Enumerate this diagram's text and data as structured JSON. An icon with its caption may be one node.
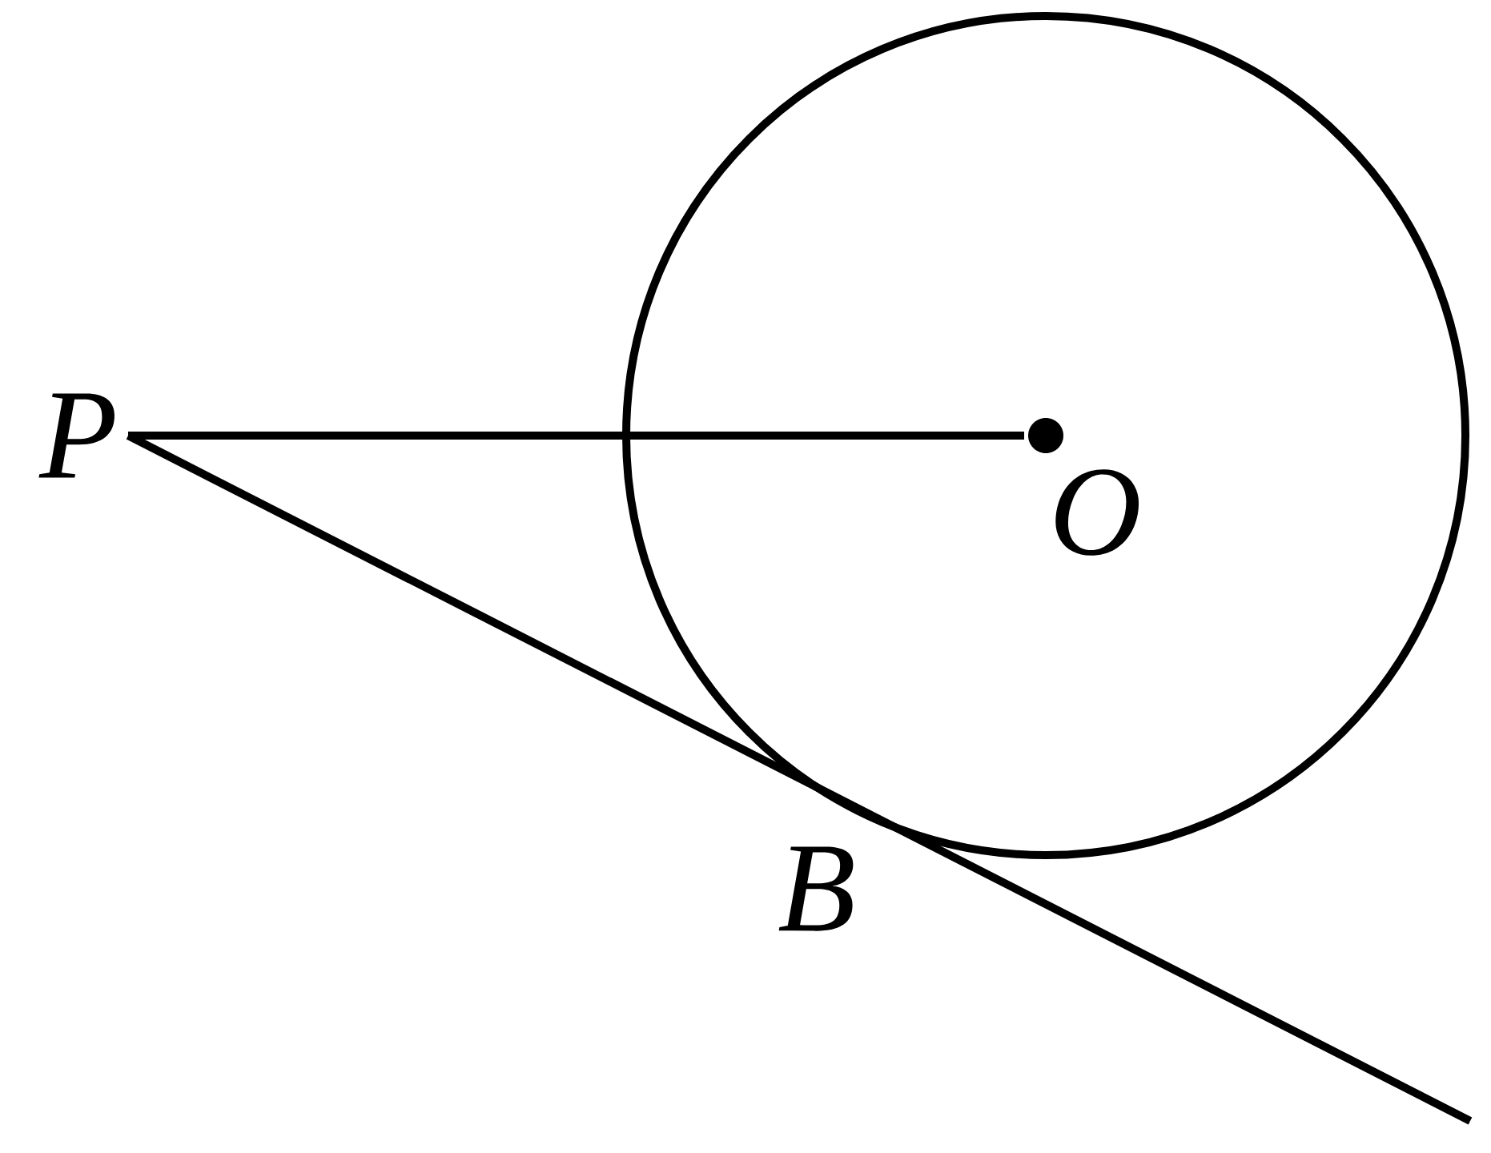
{
  "diagram": {
    "nodes": [
      {
        "text": [
          "P"
        ]
      },
      {
        "text": [],
        "shape": "circle",
        "beside": [
          "O"
        ]
      }
    ],
    "edges": [
      {
        "from": 0,
        "to": 1,
        "arrow": "none"
      },
      {
        "from": 0,
        "to": null,
        "arrow": "none"
      }
    ],
    "labels": [
      "B"
    ]
  }
}
